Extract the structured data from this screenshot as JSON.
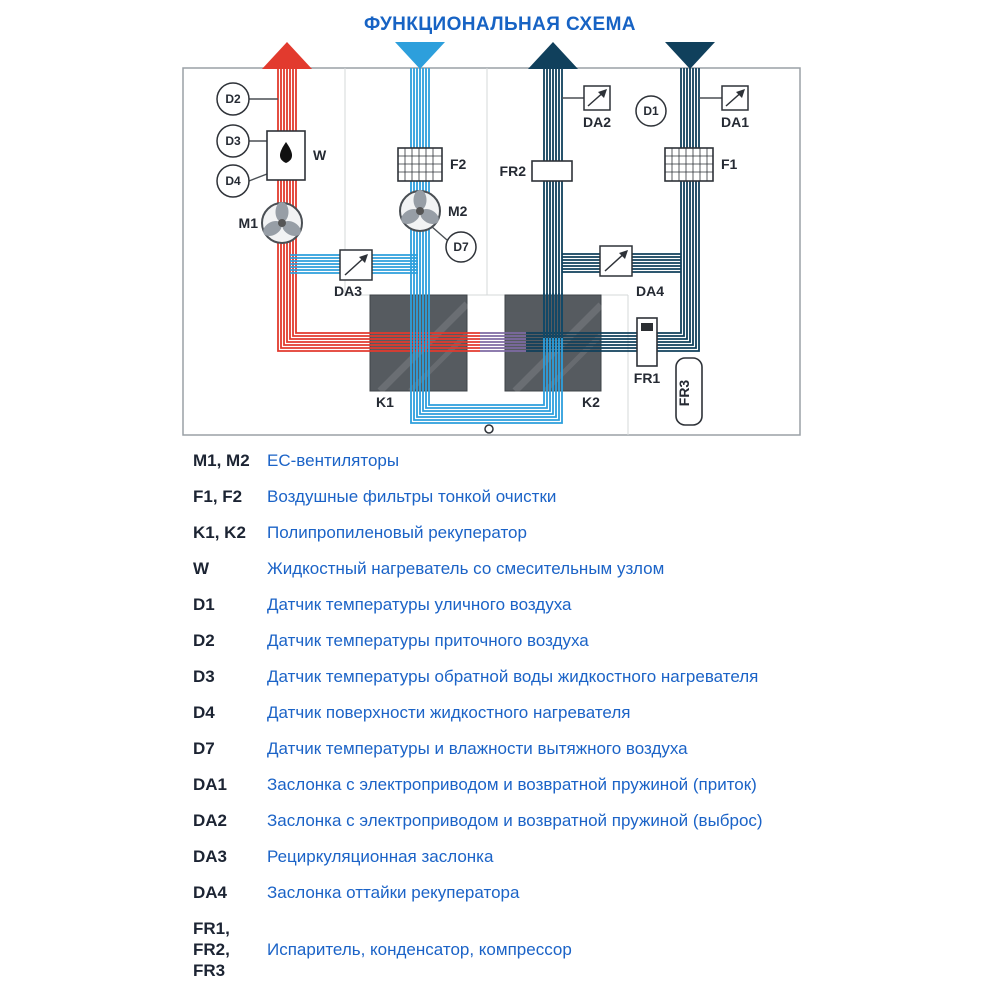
{
  "title": "ФУНКЦИОНАЛЬНАЯ СХЕМА",
  "colors": {
    "supply_red": "#e23a2e",
    "extract_blue": "#2d9fdc",
    "outdoor_navy": "#10405c",
    "blend_purple": "#7e6aa2",
    "title_blue": "#1763c4",
    "legend_text_blue": "#1b63c7",
    "legend_key_dark": "#1c2433"
  },
  "diagram": {
    "components": {
      "D1": "D1",
      "D2": "D2",
      "D3": "D3",
      "D4": "D4",
      "D7": "D7",
      "M1": "M1",
      "M2": "M2",
      "W": "W",
      "F1": "F1",
      "F2": "F2",
      "K1": "K1",
      "K2": "K2",
      "FR1": "FR1",
      "FR2": "FR2",
      "FR3": "FR3",
      "DA1": "DA1",
      "DA2": "DA2",
      "DA3": "DA3",
      "DA4": "DA4"
    }
  },
  "legend": {
    "items": [
      {
        "key": "M1, M2",
        "desc": "EC-вентиляторы"
      },
      {
        "key": "F1, F2",
        "desc": "Воздушные фильтры тонкой очистки"
      },
      {
        "key": "K1, K2",
        "desc": "Полипропиленовый рекуператор"
      },
      {
        "key": "W",
        "desc": "Жидкостный нагреватель со смесительным узлом"
      },
      {
        "key": "D1",
        "desc": "Датчик температуры уличного воздуха"
      },
      {
        "key": "D2",
        "desc": "Датчик температуры приточного воздуха"
      },
      {
        "key": "D3",
        "desc": "Датчик температуры обратной воды жидкостного нагревателя"
      },
      {
        "key": "D4",
        "desc": "Датчик поверхности жидкостного нагревателя"
      },
      {
        "key": "D7",
        "desc": "Датчик температуры и влажности вытяжного воздуха"
      },
      {
        "key": "DA1",
        "desc": "Заслонка с электроприводом и возвратной пружиной (приток)"
      },
      {
        "key": "DA2",
        "desc": "Заслонка с электроприводом и возвратной пружиной (выброс)"
      },
      {
        "key": "DA3",
        "desc": "Рециркуляционная заслонка"
      },
      {
        "key": "DA4",
        "desc": "Заслонка оттайки рекуператора"
      },
      {
        "key": "FR1,\nFR2,\nFR3",
        "desc": "Испаритель, конденсатор, компрессор"
      }
    ]
  }
}
